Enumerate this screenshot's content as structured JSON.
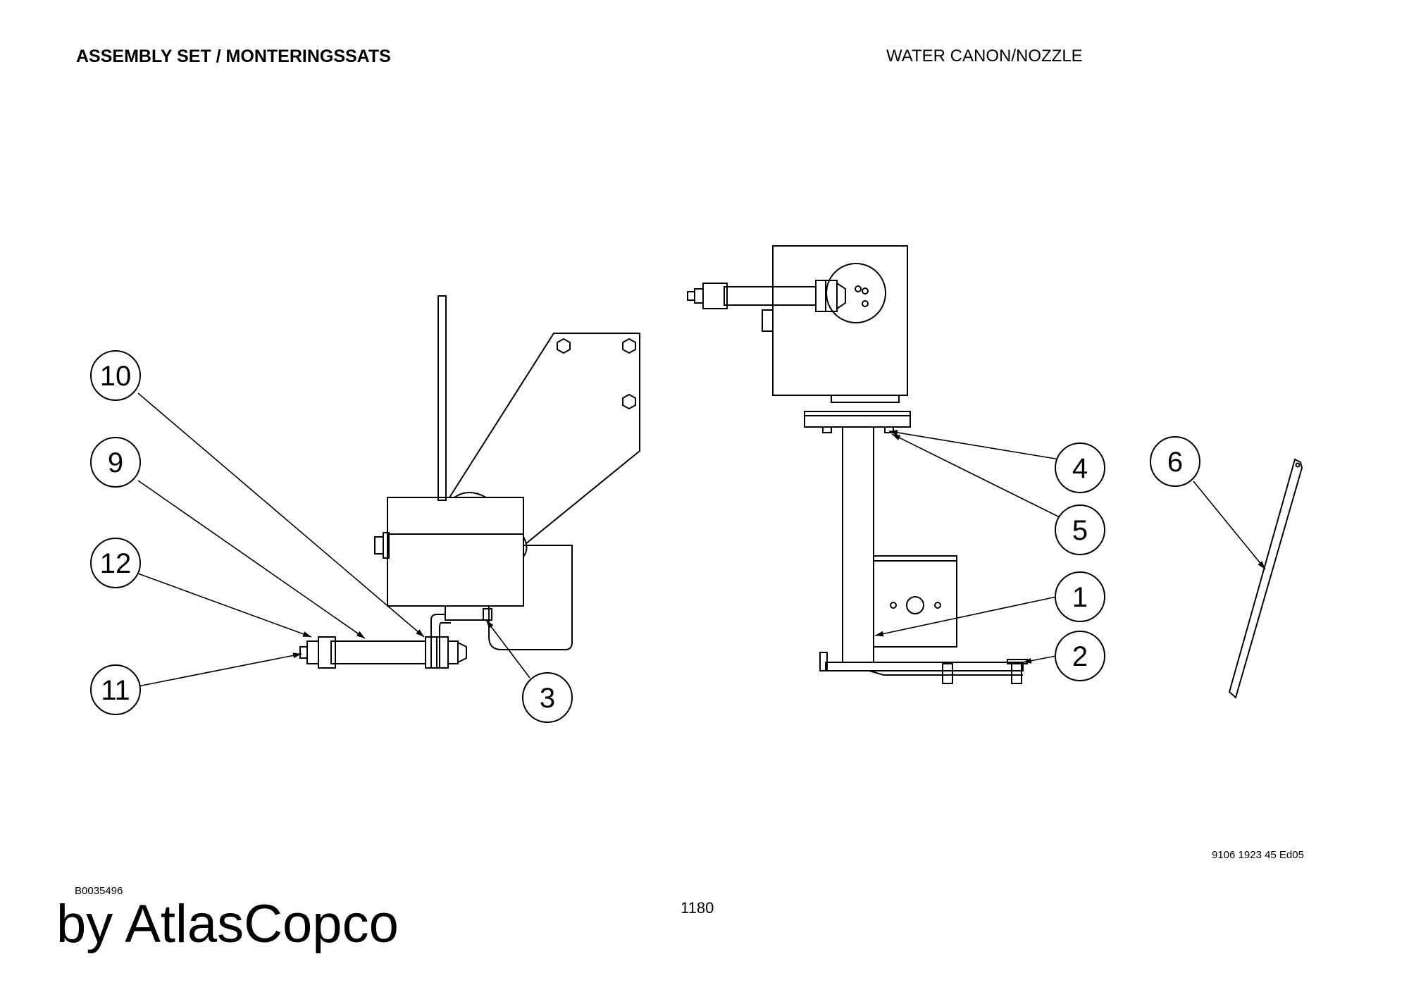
{
  "header": {
    "title_left": "ASSEMBLY SET / MONTERINGSSATS",
    "title_right": "WATER CANON/NOZZLE"
  },
  "footer": {
    "doc_ref": "9106 1923 45 Ed05",
    "drawing_id": "B0035496",
    "page_number": "1180",
    "brand": "by AtlasCopco"
  },
  "callouts": {
    "c1": "1",
    "c2": "2",
    "c3": "3",
    "c4": "4",
    "c5": "5",
    "c6": "6",
    "c9": "9",
    "c10": "10",
    "c11": "11",
    "c12": "12"
  }
}
